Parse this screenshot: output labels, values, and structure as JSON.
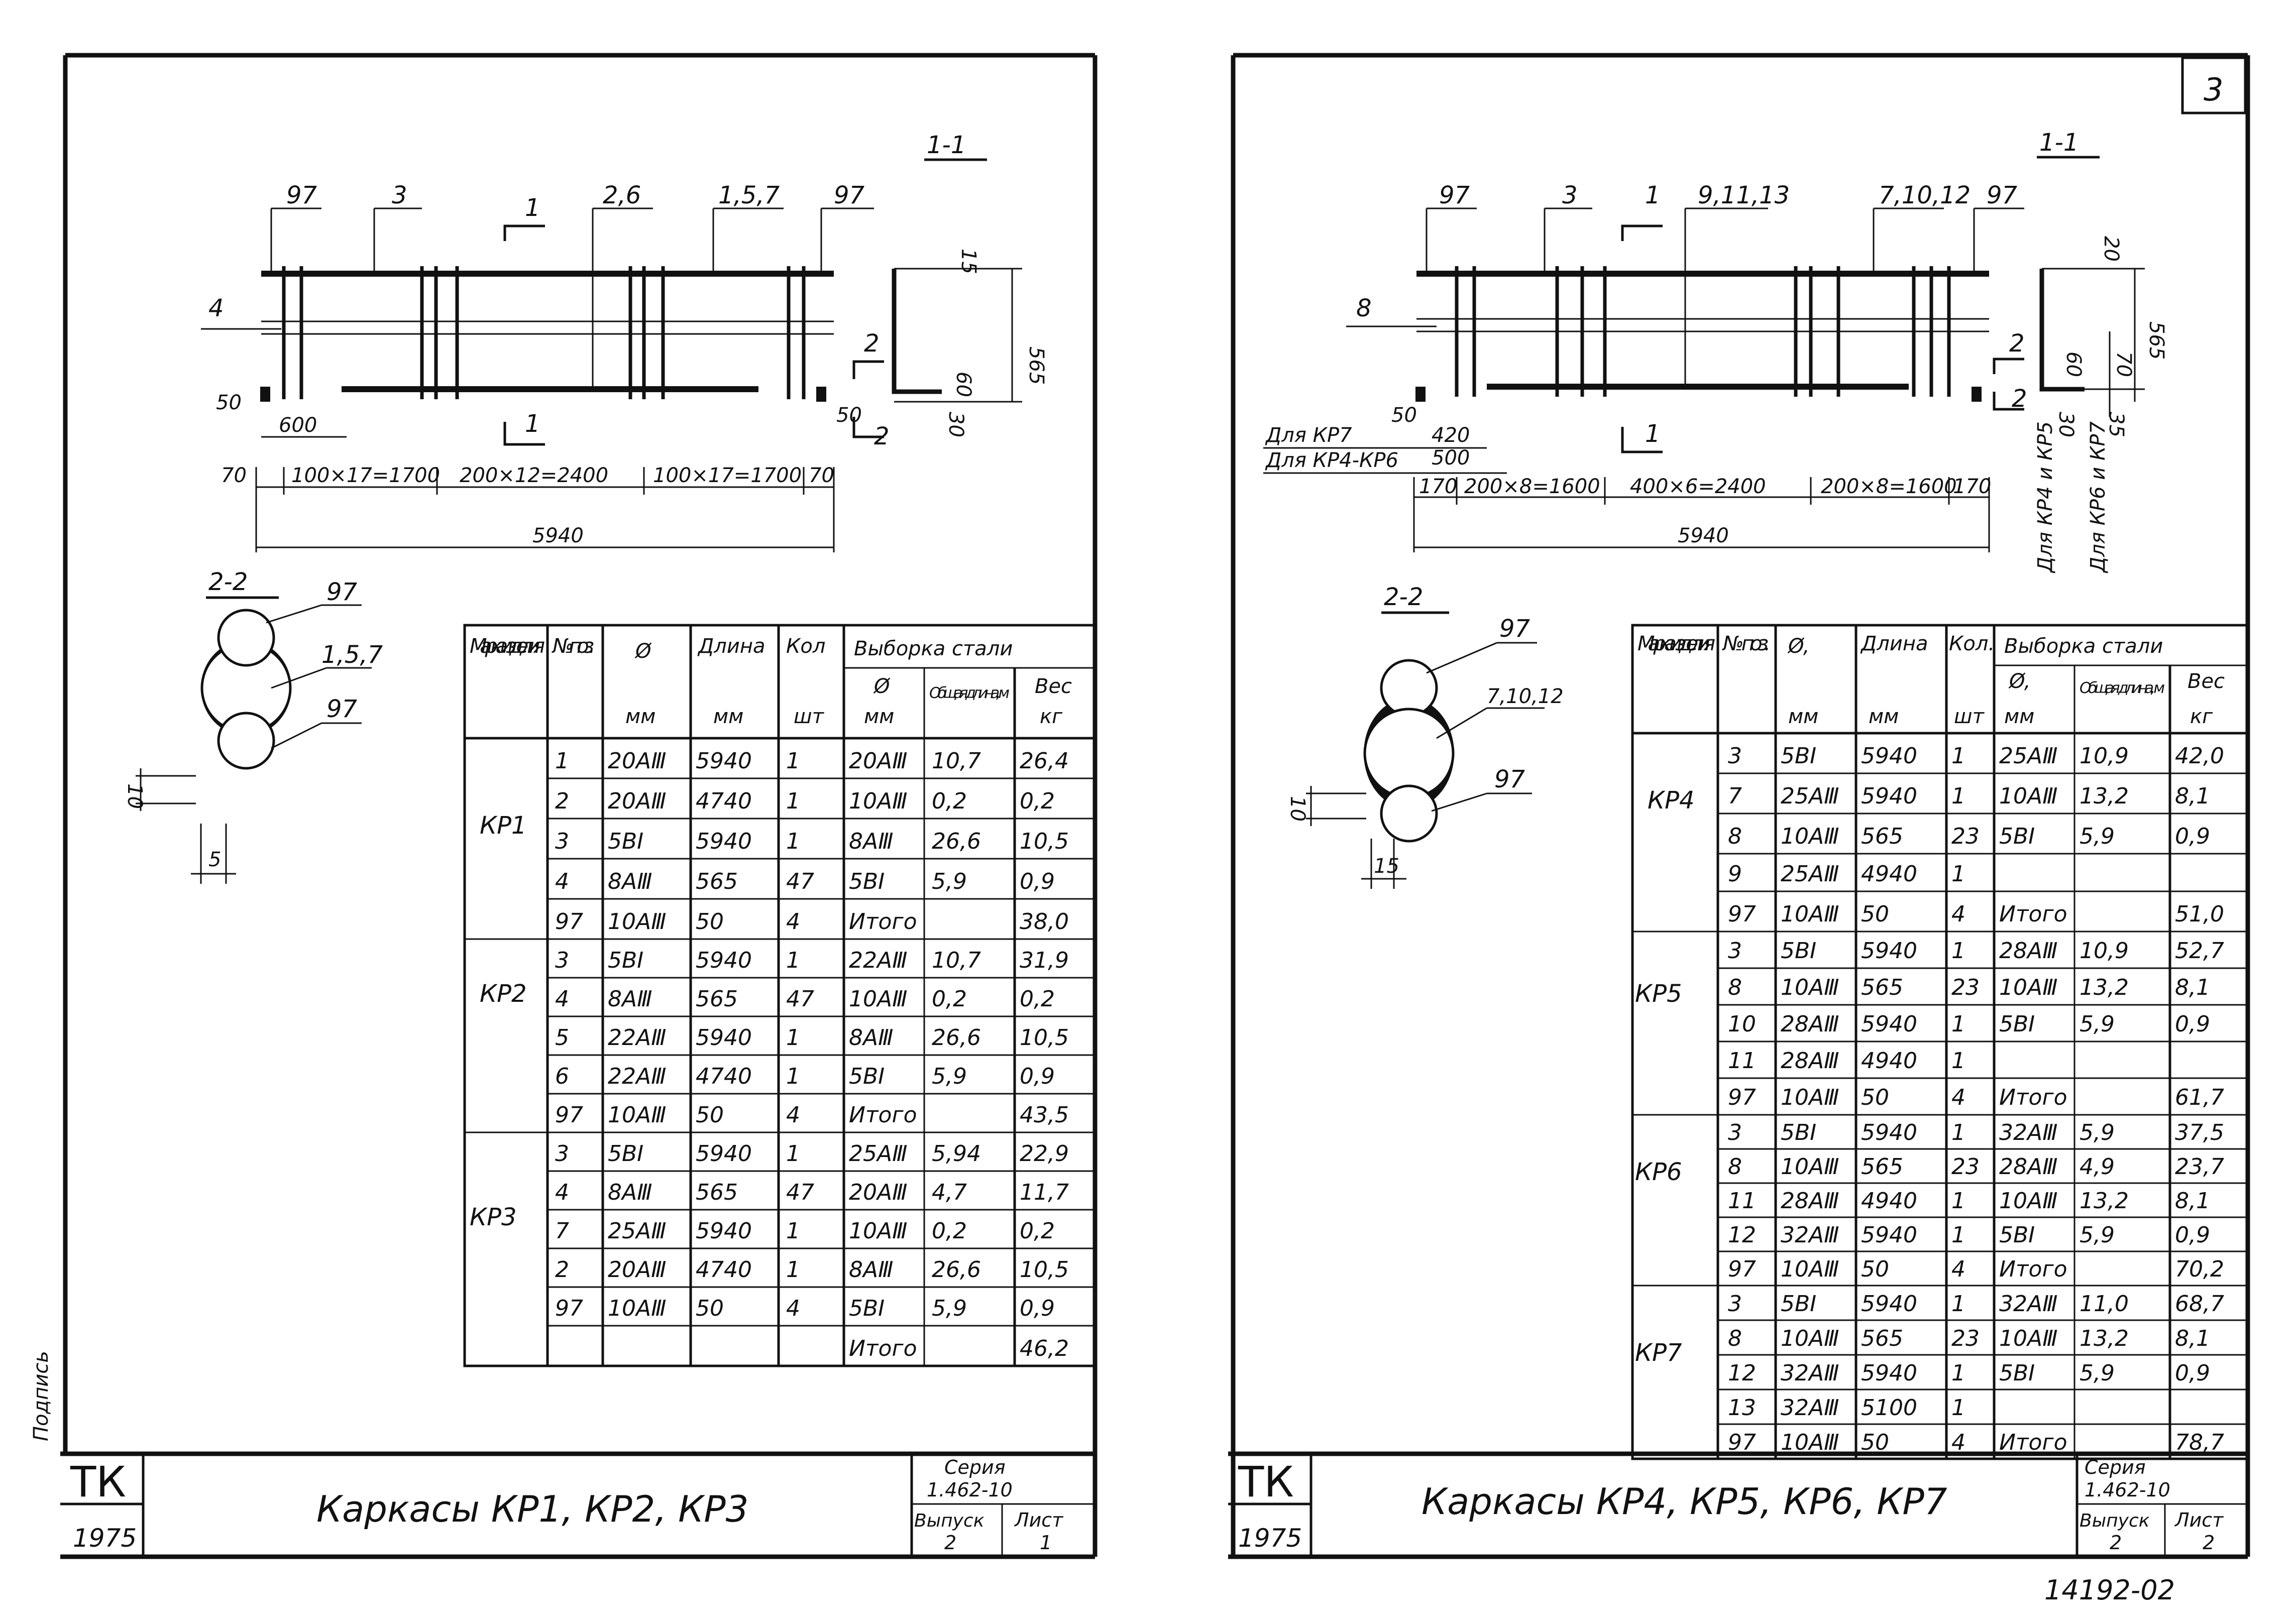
{
  "left": {
    "section_1_1": "1-1",
    "section_2_2": "2-2",
    "callouts": [
      "97",
      "3",
      "1",
      "2,6",
      "1,5,7",
      "97",
      "4",
      "2"
    ],
    "cut_marks": [
      "1",
      "1",
      "2",
      "2"
    ],
    "section_dims": [
      "15",
      "565",
      "60",
      "30"
    ],
    "bottom_dims": [
      "50",
      "600",
      "70",
      "100×17=1700",
      "200×12=2400",
      "100×17=1700",
      "70",
      "5940",
      "50"
    ],
    "detail_labels": [
      "97",
      "1,5,7",
      "97",
      "10",
      "5"
    ],
    "table": {
      "headers": {
        "mark": "Марка изделия",
        "pos": "№ поз.",
        "dia": "Ø",
        "len": "Длина",
        "qty": "Кол",
        "sel": "Выборка стали",
        "sdia": "Ø",
        "total": "Общая длина, м",
        "wt": "Вес",
        "u_dia": "мм",
        "u_len": "мм",
        "u_qty": "шт",
        "u_sdia": "мм",
        "u_wt": "кг"
      },
      "groups": [
        {
          "mark": "КР1",
          "rows": [
            [
              "1",
              "20АⅢ",
              "5940",
              "1",
              "20АⅢ",
              "10,7",
              "26,4"
            ],
            [
              "2",
              "20АⅢ",
              "4740",
              "1",
              "10АⅢ",
              "0,2",
              "0,2"
            ],
            [
              "3",
              "5ВI",
              "5940",
              "1",
              "8АⅢ",
              "26,6",
              "10,5"
            ],
            [
              "4",
              "8АⅢ",
              "565",
              "47",
              "5ВI",
              "5,9",
              "0,9"
            ],
            [
              "97",
              "10АⅢ",
              "50",
              "4",
              "Итого",
              "",
              "38,0"
            ]
          ]
        },
        {
          "mark": "КР2",
          "rows": [
            [
              "3",
              "5ВI",
              "5940",
              "1",
              "22АⅢ",
              "10,7",
              "31,9"
            ],
            [
              "4",
              "8АⅢ",
              "565",
              "47",
              "10АⅢ",
              "0,2",
              "0,2"
            ],
            [
              "5",
              "22АⅢ",
              "5940",
              "1",
              "8АⅢ",
              "26,6",
              "10,5"
            ],
            [
              "6",
              "22АⅢ",
              "4740",
              "1",
              "5ВI",
              "5,9",
              "0,9"
            ],
            [
              "97",
              "10АⅢ",
              "50",
              "4",
              "Итого",
              "",
              "43,5"
            ]
          ]
        },
        {
          "mark": "КР3",
          "rows": [
            [
              "3",
              "5ВI",
              "5940",
              "1",
              "25АⅢ",
              "5,94",
              "22,9"
            ],
            [
              "4",
              "8АⅢ",
              "565",
              "47",
              "20АⅢ",
              "4,7",
              "11,7"
            ],
            [
              "7",
              "25АⅢ",
              "5940",
              "1",
              "10АⅢ",
              "0,2",
              "0,2"
            ],
            [
              "2",
              "20АⅢ",
              "4740",
              "1",
              "8АⅢ",
              "26,6",
              "10,5"
            ],
            [
              "97",
              "10АⅢ",
              "50",
              "4",
              "5ВI",
              "5,9",
              "0,9"
            ],
            [
              "",
              "",
              "",
              "",
              "Итого",
              "",
              "46,2"
            ]
          ]
        }
      ]
    },
    "stamp": {
      "tk": "ТК",
      "year": "1975",
      "title": "Каркасы КР1, КР2, КР3",
      "series_label": "Серия",
      "series": "1.462-10",
      "issue_label": "Выпуск",
      "issue": "2",
      "sheet_label": "Лист",
      "sheet": "1"
    }
  },
  "right": {
    "page_number": "3",
    "section_1_1": "1-1",
    "section_2_2": "2-2",
    "callouts": [
      "97",
      "3",
      "1",
      "9,11,13",
      "7,10,12",
      "97",
      "8",
      "2",
      "2"
    ],
    "cut_marks": [
      "1",
      "1"
    ],
    "section_dims": [
      "20",
      "565",
      "60",
      "70",
      "30",
      "35"
    ],
    "for_kp7": "Для КР7",
    "for_kp4_kp6": "Для КР4-КР6",
    "bottom_dims": [
      "50",
      "420",
      "500",
      "170",
      "200×8=1600",
      "400×6=2400",
      "200×8=1600",
      "170",
      "5940"
    ],
    "vertical_notes": [
      "Для КР4 и КР5",
      "Для КР6 и КР7"
    ],
    "detail_labels": [
      "97",
      "7,10,12",
      "97",
      "10",
      "15"
    ],
    "table": {
      "headers": {
        "mark": "Марка изделия",
        "pos": "№ поз.",
        "dia": "Ø,",
        "len": "Длина",
        "qty": "Кол.",
        "sel": "Выборка стали",
        "sdia": "Ø,",
        "total": "Общая длина, м",
        "wt": "Вес",
        "u_dia": "мм",
        "u_len": "мм",
        "u_qty": "шт",
        "u_sdia": "мм",
        "u_wt": "кг"
      },
      "groups": [
        {
          "mark": "КР4",
          "rows": [
            [
              "3",
              "5ВI",
              "5940",
              "1",
              "25АⅢ",
              "10,9",
              "42,0"
            ],
            [
              "7",
              "25АⅢ",
              "5940",
              "1",
              "10АⅢ",
              "13,2",
              "8,1"
            ],
            [
              "8",
              "10АⅢ",
              "565",
              "23",
              "5ВI",
              "5,9",
              "0,9"
            ],
            [
              "9",
              "25АⅢ",
              "4940",
              "1",
              "",
              "",
              ""
            ],
            [
              "97",
              "10АⅢ",
              "50",
              "4",
              "Итого",
              "",
              "51,0"
            ]
          ]
        },
        {
          "mark": "КР5",
          "rows": [
            [
              "3",
              "5ВI",
              "5940",
              "1",
              "28АⅢ",
              "10,9",
              "52,7"
            ],
            [
              "8",
              "10АⅢ",
              "565",
              "23",
              "10АⅢ",
              "13,2",
              "8,1"
            ],
            [
              "10",
              "28АⅢ",
              "5940",
              "1",
              "5ВI",
              "5,9",
              "0,9"
            ],
            [
              "11",
              "28АⅢ",
              "4940",
              "1",
              "",
              "",
              ""
            ],
            [
              "97",
              "10АⅢ",
              "50",
              "4",
              "Итого",
              "",
              "61,7"
            ]
          ]
        },
        {
          "mark": "КР6",
          "rows": [
            [
              "3",
              "5ВI",
              "5940",
              "1",
              "32АⅢ",
              "5,9",
              "37,5"
            ],
            [
              "8",
              "10АⅢ",
              "565",
              "23",
              "28АⅢ",
              "4,9",
              "23,7"
            ],
            [
              "11",
              "28АⅢ",
              "4940",
              "1",
              "10АⅢ",
              "13,2",
              "8,1"
            ],
            [
              "12",
              "32АⅢ",
              "5940",
              "1",
              "5ВI",
              "5,9",
              "0,9"
            ],
            [
              "97",
              "10АⅢ",
              "50",
              "4",
              "Итого",
              "",
              "70,2"
            ]
          ]
        },
        {
          "mark": "КР7",
          "rows": [
            [
              "3",
              "5ВI",
              "5940",
              "1",
              "32АⅢ",
              "11,0",
              "68,7"
            ],
            [
              "8",
              "10АⅢ",
              "565",
              "23",
              "10АⅢ",
              "13,2",
              "8,1"
            ],
            [
              "12",
              "32АⅢ",
              "5940",
              "1",
              "5ВI",
              "5,9",
              "0,9"
            ],
            [
              "13",
              "32АⅢ",
              "5100",
              "1",
              "",
              "",
              ""
            ],
            [
              "97",
              "10АⅢ",
              "50",
              "4",
              "Итого",
              "",
              "78,7"
            ]
          ]
        }
      ]
    },
    "stamp": {
      "tk": "ТК",
      "year": "1975",
      "title": "Каркасы КР4, КР5, КР6, КР7",
      "series_label": "Серия",
      "series": "1.462-10",
      "issue_label": "Выпуск",
      "issue": "2",
      "sheet_label": "Лист",
      "sheet": "2"
    }
  },
  "archive_number": "14192-02",
  "margin_signature": "Подпись"
}
